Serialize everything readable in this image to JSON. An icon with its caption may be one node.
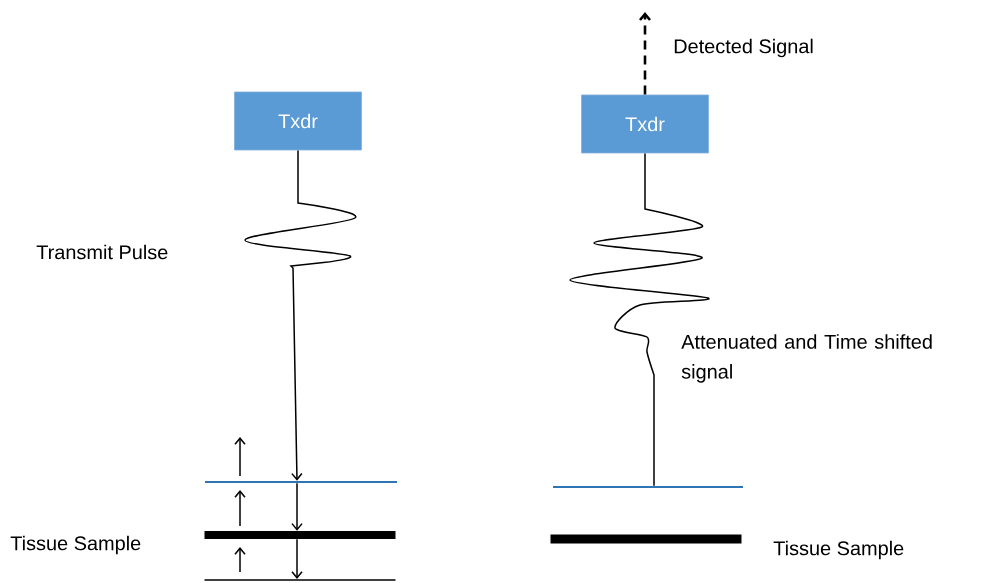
{
  "diagram": {
    "nodes": [
      {
        "text": [
          "Txdr"
        ]
      },
      {
        "text": [
          "Txdr"
        ]
      },
      {
        "text": [],
        "shape": "bar"
      },
      {
        "text": [],
        "shape": "bar"
      },
      {
        "text": [],
        "shape": "bar"
      },
      {
        "text": [],
        "shape": "bar"
      },
      {
        "text": [],
        "shape": "bar"
      }
    ],
    "edges": [
      {
        "from": 0,
        "to": 2,
        "arrow": "to"
      },
      {
        "from": 2,
        "to": 3,
        "arrow": "to"
      },
      {
        "from": 3,
        "to": 4,
        "arrow": "to"
      },
      {
        "from": 5,
        "to": 1,
        "arrow": "none",
        "label": "Attenuated and Time shifted signal"
      },
      {
        "from": 1,
        "to": null,
        "arrow": "to",
        "style": "dashed",
        "label": "Detected Signal"
      }
    ],
    "labels": [
      "Transmit Pulse",
      "Tissue Sample",
      "Tissue Sample"
    ]
  }
}
